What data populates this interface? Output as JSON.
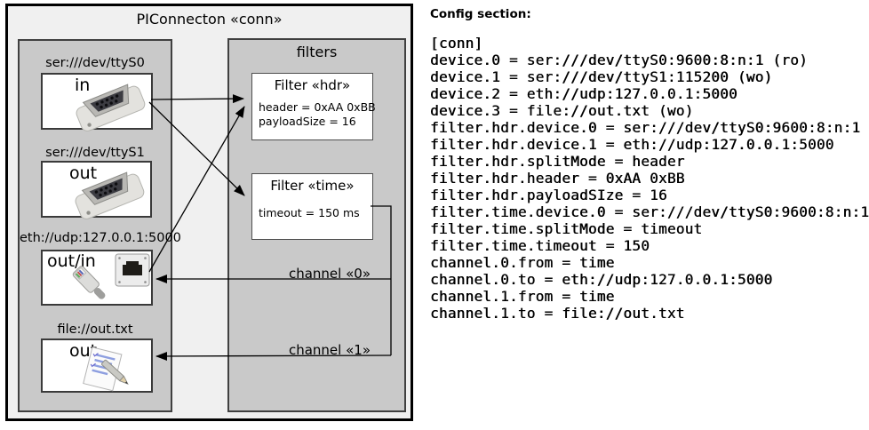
{
  "diagram": {
    "title": "PIConnecton «conn»",
    "devices": [
      {
        "label": "ser:///dev/ttyS0",
        "port": "in",
        "icon": "serial-connector-icon"
      },
      {
        "label": "ser:///dev/ttyS1",
        "port": "out",
        "icon": "serial-connector-icon"
      },
      {
        "label": "eth://udp:127.0.0.1:5000",
        "port": "out/in",
        "icon": "ethernet-connector-icon"
      },
      {
        "label": "file://out.txt",
        "port": "out",
        "icon": "notepad-icon"
      }
    ],
    "filters_group": {
      "title": "filters",
      "filters": [
        {
          "title": "Filter «hdr»",
          "lines": [
            "header = 0xAA 0xBB",
            "payloadSize = 16"
          ]
        },
        {
          "title": "Filter «time»",
          "lines": [
            "timeout = 150 ms"
          ]
        }
      ],
      "channels": [
        {
          "label": "channel «0»"
        },
        {
          "label": "channel «1»"
        }
      ]
    },
    "colors": {
      "group_fill": "#c9c9c9",
      "diagram_fill": "#f0f0f0",
      "box_fill": "#ffffff",
      "line": "#000000"
    }
  },
  "config": {
    "heading": "Config section:",
    "lines": [
      "[conn]",
      "device.0 = ser:///dev/ttyS0:9600:8:n:1 (ro)",
      "device.1 = ser:///dev/ttyS1:115200 (wo)",
      "device.2 = eth://udp:127.0.0.1:5000",
      "device.3 = file://out.txt (wo)",
      "filter.hdr.device.0 = ser:///dev/ttyS0:9600:8:n:1",
      "filter.hdr.device.1 = eth://udp:127.0.0.1:5000",
      "filter.hdr.splitMode = header",
      "filter.hdr.header = 0xAA 0xBB",
      "filter.hdr.payloadSIze = 16",
      "filter.time.device.0 = ser:///dev/ttyS0:9600:8:n:1",
      "filter.time.splitMode = timeout",
      "filter.time.timeout = 150",
      "channel.0.from = time",
      "channel.0.to = eth://udp:127.0.0.1:5000",
      "channel.1.from = time",
      "channel.1.to = file://out.txt"
    ]
  }
}
